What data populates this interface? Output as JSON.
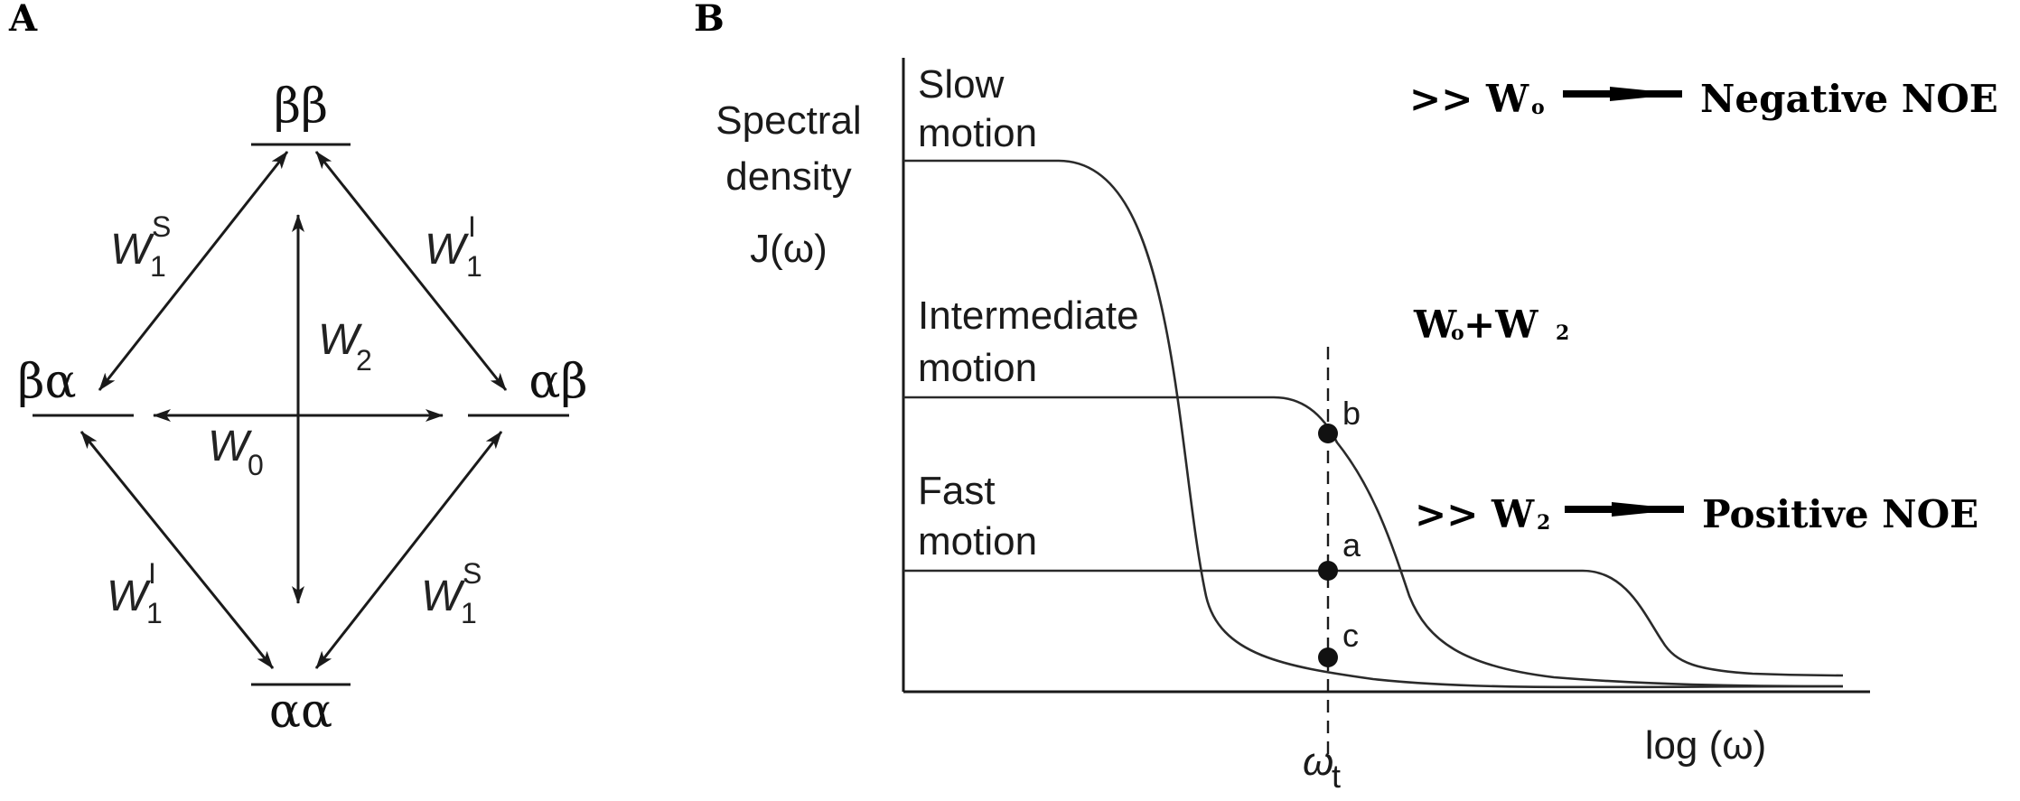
{
  "panel_a": {
    "letter": "A",
    "states": {
      "top": "ββ",
      "left": "βα",
      "right": "αβ",
      "bottom": "αα"
    },
    "rates": {
      "upper_left": {
        "base": "W",
        "sub": "1",
        "sup": "S"
      },
      "upper_right": {
        "base": "W",
        "sub": "1",
        "sup": "I"
      },
      "lower_left": {
        "base": "W",
        "sub": "1",
        "sup": "I"
      },
      "lower_right": {
        "base": "W",
        "sub": "1",
        "sup": "S"
      },
      "vertical": {
        "base": "W",
        "sub": "2"
      },
      "horizontal": {
        "base": "W",
        "sub": "0"
      }
    }
  },
  "panel_b": {
    "letter": "B",
    "ylabel_lines": [
      "Spectral",
      "density",
      "J(ω)"
    ],
    "xlabel": "log (ω)",
    "marker": {
      "symbol": "ω",
      "sub": "t"
    },
    "curves": [
      {
        "label_lines": [
          "Slow",
          "motion"
        ]
      },
      {
        "label_lines": [
          "Intermediate",
          "motion"
        ]
      },
      {
        "label_lines": [
          "Fast",
          "motion"
        ]
      }
    ],
    "points": [
      "b",
      "a",
      "c"
    ],
    "annotations": {
      "top": {
        "prefix": ">> W",
        "sub": "o",
        "result": "Negative NOE"
      },
      "middle": {
        "w0": "W",
        "w0_sub": "o",
        "plus": "+W",
        "w2_sub": "2"
      },
      "bottom": {
        "prefix": ">> W",
        "sub": "2",
        "result": "Positive NOE"
      }
    }
  }
}
